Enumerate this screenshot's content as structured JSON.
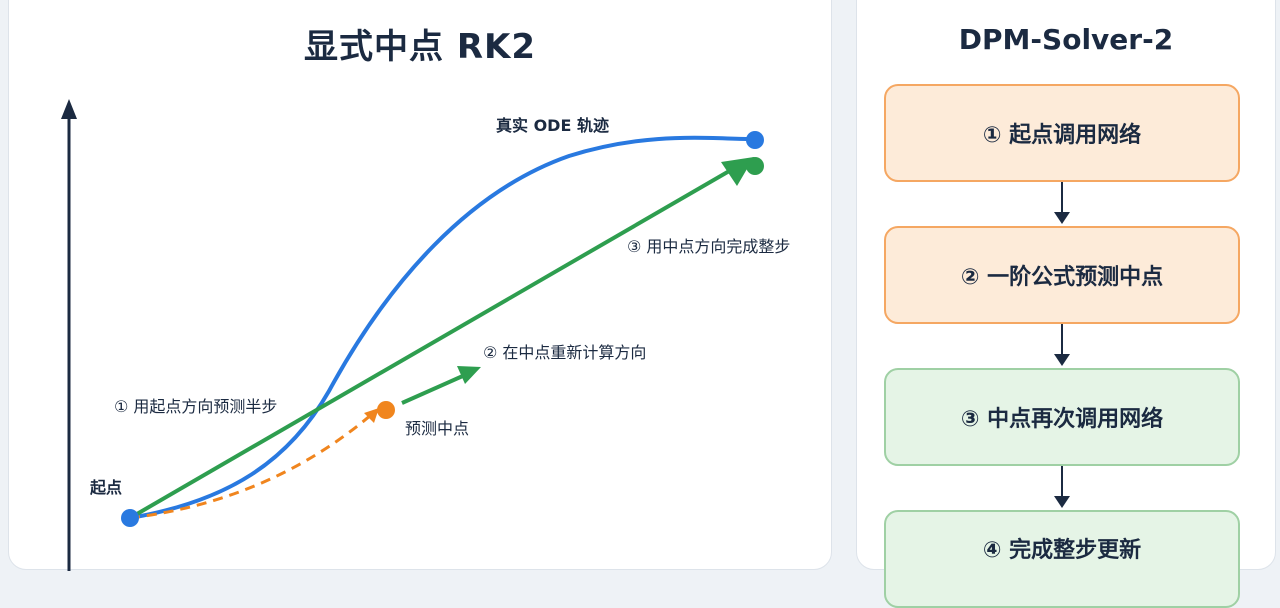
{
  "left": {
    "title": "显式中点 RK2",
    "labels": {
      "true_ode": "真实 ODE 轨迹",
      "step3": "③ 用中点方向完成整步",
      "step2": "② 在中点重新计算方向",
      "step1": "① 用起点方向预测半步",
      "midpoint": "预测中点",
      "start": "起点"
    }
  },
  "right": {
    "title": "DPM-Solver-2",
    "steps": [
      "① 起点调用网络",
      "② 一阶公式预测中点",
      "③ 中点再次调用网络",
      "④ 完成整步更新"
    ]
  },
  "colors": {
    "blue": "#2979e0",
    "green": "#2e9e4f",
    "orange": "#f0851e",
    "axis": "#1b2a41"
  }
}
